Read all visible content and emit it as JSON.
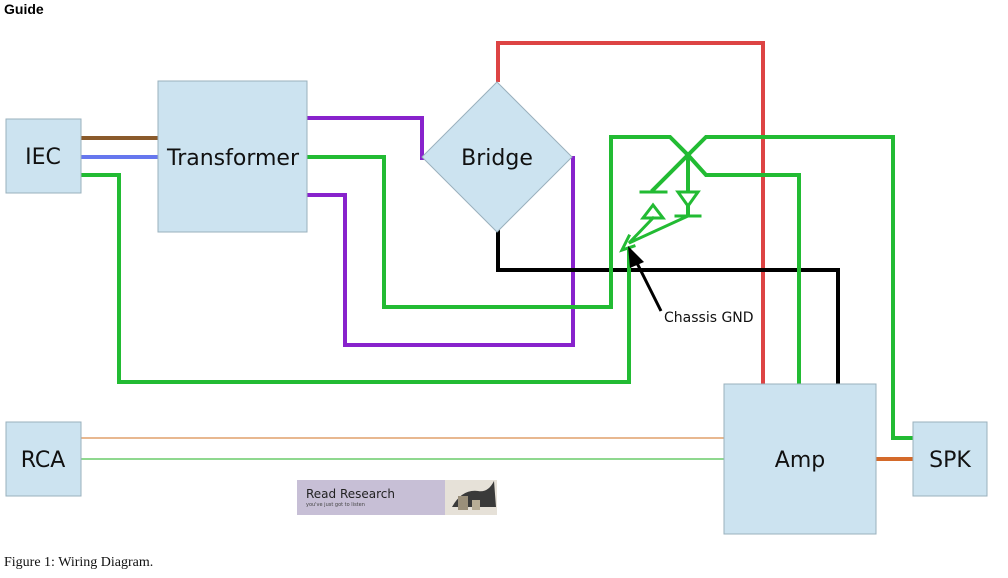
{
  "header": {
    "title": "Guide"
  },
  "blocks": {
    "iec": "IEC",
    "transformer": "Transformer",
    "bridge": "Bridge",
    "rca": "RCA",
    "amp": "Amp",
    "spk": "SPK"
  },
  "annotation": {
    "chassis_gnd": "Chassis GND"
  },
  "caption": "Figure 1: Wiring Diagram.",
  "ad": {
    "label": "Read Research",
    "tagline": "you've just got to listen"
  },
  "colors": {
    "box_fill": "#cce3f0",
    "box_stroke": "#9ab0bd",
    "red": "#dd4444",
    "purple": "#8822cc",
    "green": "#22bb33",
    "black": "#000000",
    "brown": "#8a5a2b",
    "blue": "#6677ee",
    "orange": "#d46a2a",
    "light_orange": "#e8b890",
    "light_green": "#8fd88f"
  }
}
